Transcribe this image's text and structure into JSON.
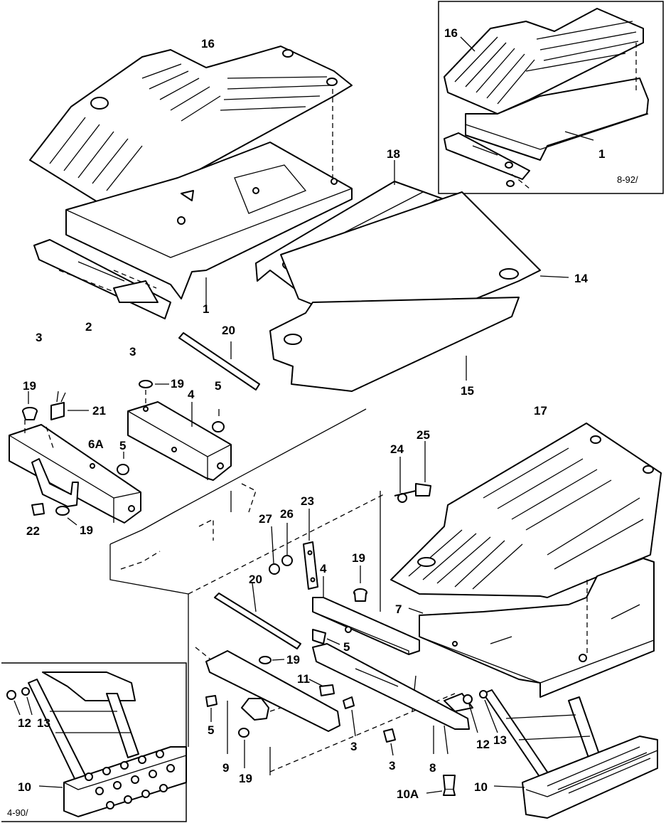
{
  "inset_top": {
    "code": "8-92/",
    "labels": {
      "platform_mat": "16",
      "platform": "1"
    }
  },
  "inset_bottom": {
    "code": "4-90/",
    "labels": {
      "step": "10",
      "washer": "13",
      "nut": "12"
    }
  },
  "callouts": {
    "platform_mat_left": "16",
    "tunnel_mat": "18",
    "tunnel_seal": "14",
    "tunnel_plate": "15",
    "platform_left": "1",
    "bracket_left": "2",
    "bolt_a": "3",
    "bolt_b": "3",
    "rod_upper": "20",
    "bumper_a": "19",
    "switch": "21",
    "support_6a": "6A",
    "nut_a": "5",
    "clip": "22",
    "bumper_b": "19",
    "bumper_c": "19",
    "support_4_upper": "4",
    "nut_b": "5",
    "platform_mat_right": "17",
    "washer_24": "24",
    "bolt_25": "25",
    "plate_23": "23",
    "washer_26": "26",
    "nut_27": "27",
    "support_4_lower": "4",
    "bumper_d": "19",
    "platform_right": "7",
    "rod_lower": "20",
    "nut_c": "5",
    "bolt_11": "11",
    "bumper_e": "19",
    "nut_d": "5",
    "bracket_9": "9",
    "bumper_f": "19",
    "bolt_c": "3",
    "bolt_d": "3",
    "bracket_8": "8",
    "nut_12": "12",
    "washer_13": "13",
    "bolt_10a": "10A",
    "step_10": "10"
  }
}
